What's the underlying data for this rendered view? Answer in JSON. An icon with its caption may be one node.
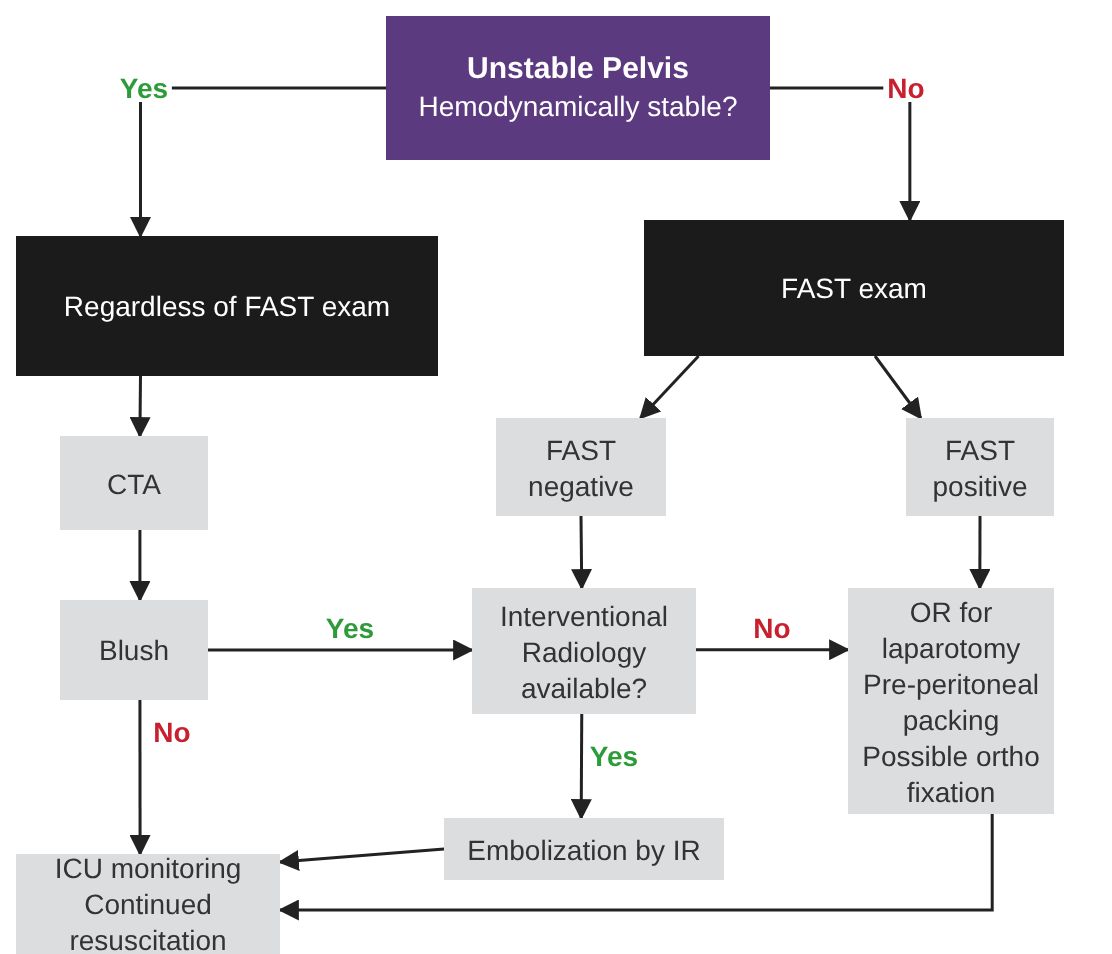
{
  "diagram": {
    "nodes": [
      {
        "text": [
          "Unstable Pelvis",
          "Hemodynamically stable?"
        ]
      },
      {
        "text": [
          "Regardless of FAST exam"
        ]
      },
      {
        "text": [
          "FAST exam"
        ]
      },
      {
        "text": [
          "CTA"
        ]
      },
      {
        "text": [
          "FAST negative"
        ]
      },
      {
        "text": [
          "FAST positive"
        ]
      },
      {
        "text": [
          "Blush"
        ]
      },
      {
        "text": [
          "Interventional Radiology available?"
        ]
      },
      {
        "text": [
          "OR for laparotomy Pre-peritoneal packing Possible ortho fixation"
        ]
      },
      {
        "text": [
          "Embolization by IR"
        ]
      },
      {
        "text": [
          "ICU monitoring Continued resuscitation"
        ]
      }
    ],
    "edges": [
      {
        "from": 0,
        "to": 1,
        "arrow": "to",
        "label": "Yes"
      },
      {
        "from": 0,
        "to": 2,
        "arrow": "to",
        "label": "No"
      },
      {
        "from": 1,
        "to": 3,
        "arrow": "to"
      },
      {
        "from": 2,
        "to": 4,
        "arrow": "to"
      },
      {
        "from": 2,
        "to": 5,
        "arrow": "to"
      },
      {
        "from": 3,
        "to": 6,
        "arrow": "to"
      },
      {
        "from": 4,
        "to": 7,
        "arrow": "to"
      },
      {
        "from": 5,
        "to": 8,
        "arrow": "to"
      },
      {
        "from": 6,
        "to": 7,
        "arrow": "to",
        "label": "Yes"
      },
      {
        "from": 7,
        "to": 8,
        "arrow": "to",
        "label": "No"
      },
      {
        "from": 6,
        "to": 10,
        "arrow": "to",
        "label": "No"
      },
      {
        "from": 7,
        "to": 9,
        "arrow": "to",
        "label": "Yes"
      },
      {
        "from": 9,
        "to": 10,
        "arrow": "to"
      },
      {
        "from": 8,
        "to": 10,
        "arrow": "to"
      }
    ]
  }
}
